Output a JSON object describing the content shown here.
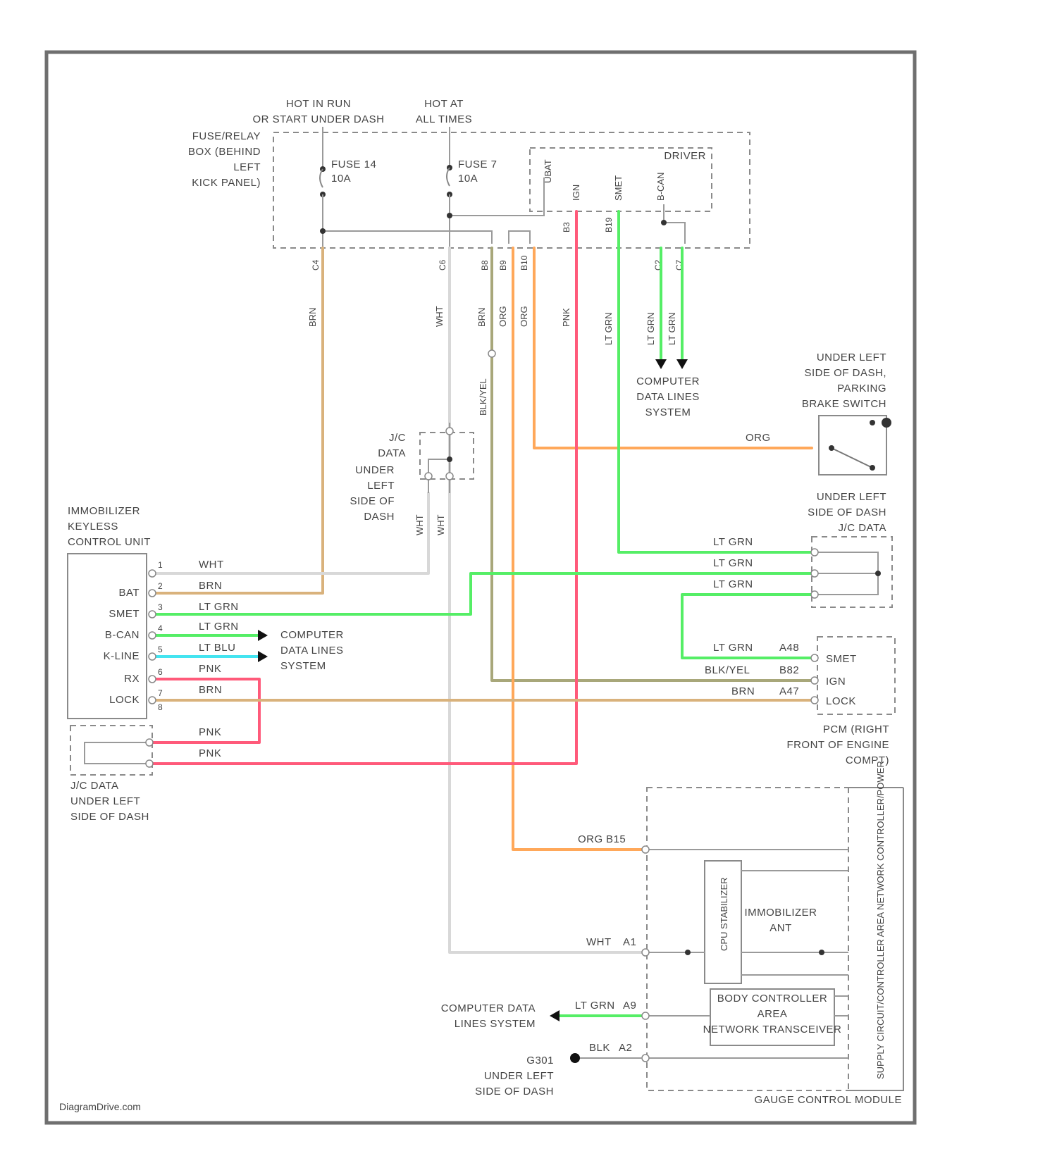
{
  "colors": {
    "wht": "#d8d8d8",
    "brn": "#d9b27c",
    "lt_grn": "#55ee66",
    "lt_blu": "#44e4f0",
    "pnk": "#ff5a7a",
    "org": "#ffa85a",
    "blk_yel": "#a8a77a",
    "frame": "#6f6f6f"
  },
  "labels": {
    "hot_run": [
      "HOT IN RUN",
      "OR START UNDER DASH"
    ],
    "hot_all": [
      "HOT AT",
      "ALL TIMES"
    ],
    "fuse_block": [
      "FUSE/RELAY",
      "BOX (BEHIND",
      "LEFT",
      "KICK PANEL)"
    ],
    "fuse14": [
      "FUSE 14",
      "10A"
    ],
    "fuse7": [
      "FUSE 7",
      "10A"
    ],
    "dr_box": "DRIVER",
    "computer_data_1": [
      "COMPUTER",
      "DATA LINES",
      "SYSTEM"
    ],
    "brake_switch": [
      "UNDER LEFT",
      "SIDE OF DASH,",
      "PARKING",
      "BRAKE SWITCH"
    ],
    "j_c_top": [
      "J/C",
      "DATA",
      "UNDER",
      "LEFT",
      "SIDE OF",
      "DASH"
    ],
    "j_c_right": [
      "UNDER LEFT",
      "SIDE OF DASH",
      "J/C DATA"
    ],
    "immobilizer": [
      "IMMOBILIZER",
      "KEYLESS",
      "CONTROL UNIT"
    ],
    "computer_data_2": [
      "COMPUTER",
      "DATA LINES",
      "SYSTEM"
    ],
    "jc_data_left": [
      "J/C DATA",
      "UNDER LEFT",
      "SIDE OF DASH"
    ],
    "pcm": [
      "PCM (RIGHT",
      "FRONT OF ENGINE",
      "COMPT)"
    ],
    "immob_ant": [
      "IMMOBILIZER",
      "ANT"
    ],
    "body_ctrl": [
      "BODY CONTROLLER",
      "AREA",
      "NETWORK TRANSCEIVER"
    ],
    "computer_data_3": [
      "COMPUTER DATA",
      "LINES SYSTEM"
    ],
    "ground": [
      "G301",
      "UNDER LEFT",
      "SIDE OF DASH"
    ],
    "gcm": "GAUGE CONTROL MODULE",
    "supply": "SUPPLY CIRCUIT/CONTROLLER AREA NETWORK CONTROLLER/POWER",
    "cpu": "CPU STABILIZER",
    "footer": "DiagramDrive.com"
  },
  "immob_pins": {
    "labels": [
      "BAT",
      "SMET",
      "B-CAN",
      "K-LINE",
      "RX",
      "LOCK"
    ],
    "wires": [
      "WHT",
      "BRN",
      "LT GRN",
      "LT GRN",
      "LT BLU",
      "PNK",
      "BRN"
    ],
    "numbers": [
      "1",
      "2",
      "3",
      "4",
      "5",
      "6",
      "7",
      "8"
    ]
  },
  "vertical_wires": [
    "BRN",
    "WHT",
    "BRN",
    "ORG",
    "ORG",
    "PNK",
    "LT GRN",
    "LT GRN",
    "LT GRN"
  ],
  "right_wires": {
    "org": "ORG",
    "lt_grn": [
      "LT GRN",
      "LT GRN",
      "LT GRN"
    ],
    "pcm": [
      {
        "wire": "LT GRN",
        "pin": "A48",
        "label": "SMET"
      },
      {
        "wire": "BLK/YEL",
        "pin": "B82",
        "label": "IGN"
      },
      {
        "wire": "BRN",
        "pin": "A47",
        "label": "LOCK"
      }
    ],
    "pnk": [
      "PNK",
      "PNK"
    ]
  },
  "gcm_wires": [
    {
      "wire": "ORG",
      "pin": "B15"
    },
    {
      "wire": "WHT",
      "pin": "A1"
    },
    {
      "wire": "LT GRN",
      "pin": "A9"
    },
    {
      "wire": "BLK",
      "pin": "A2"
    }
  ],
  "misc": {
    "blk_yel": "BLK/YEL",
    "wht_a": "WHT",
    "wht_b": "WHT",
    "top_pins": [
      "C4",
      "C6",
      "B8",
      "B9",
      "B10",
      "B3",
      "B19",
      "C2",
      "C7"
    ],
    "dr_pins": [
      "UBAT",
      "IGN",
      "SMET",
      "B-CAN"
    ]
  }
}
